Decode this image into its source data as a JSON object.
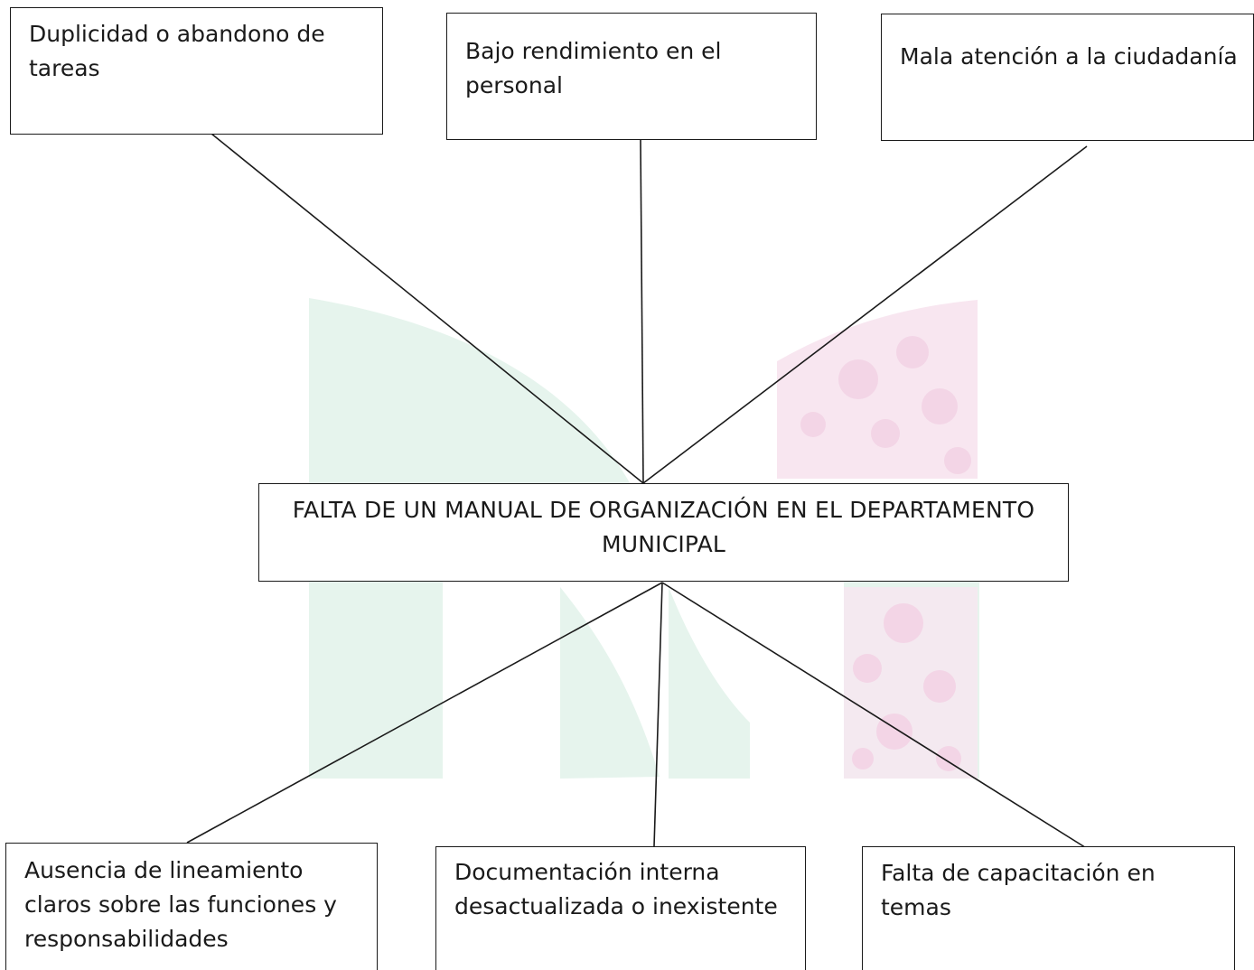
{
  "diagram": {
    "central_problem": "FALTA DE UN MANUAL DE ORGANIZACIÓN EN EL DEPARTAMENTO MUNICIPAL",
    "effects": [
      {
        "label": "Duplicidad o abandono de tareas"
      },
      {
        "label": "Bajo rendimiento en el personal"
      },
      {
        "label": "Mala atención a la ciudadanía"
      }
    ],
    "causes": [
      {
        "label": "Ausencia de lineamiento claros sobre las funciones y responsabilidades"
      },
      {
        "label": "Documentación interna desactualizada o inexistente"
      },
      {
        "label": "Falta de capacitación en temas"
      }
    ],
    "colors": {
      "border": "#1a1a1a",
      "text": "#1a1a1a",
      "watermark_green": "#e4f3ec",
      "watermark_pink": "#f7e3ef"
    }
  }
}
